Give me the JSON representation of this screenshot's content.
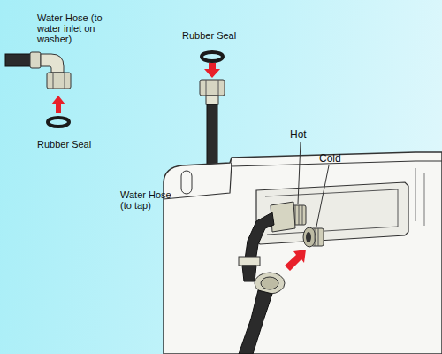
{
  "diagram": {
    "labels": [
      "Water Hose (to water inlet on washer)",
      "Rubber Seal",
      "Rubber Seal",
      "Water Hose (to tap)",
      "Hot",
      "Cold"
    ]
  }
}
